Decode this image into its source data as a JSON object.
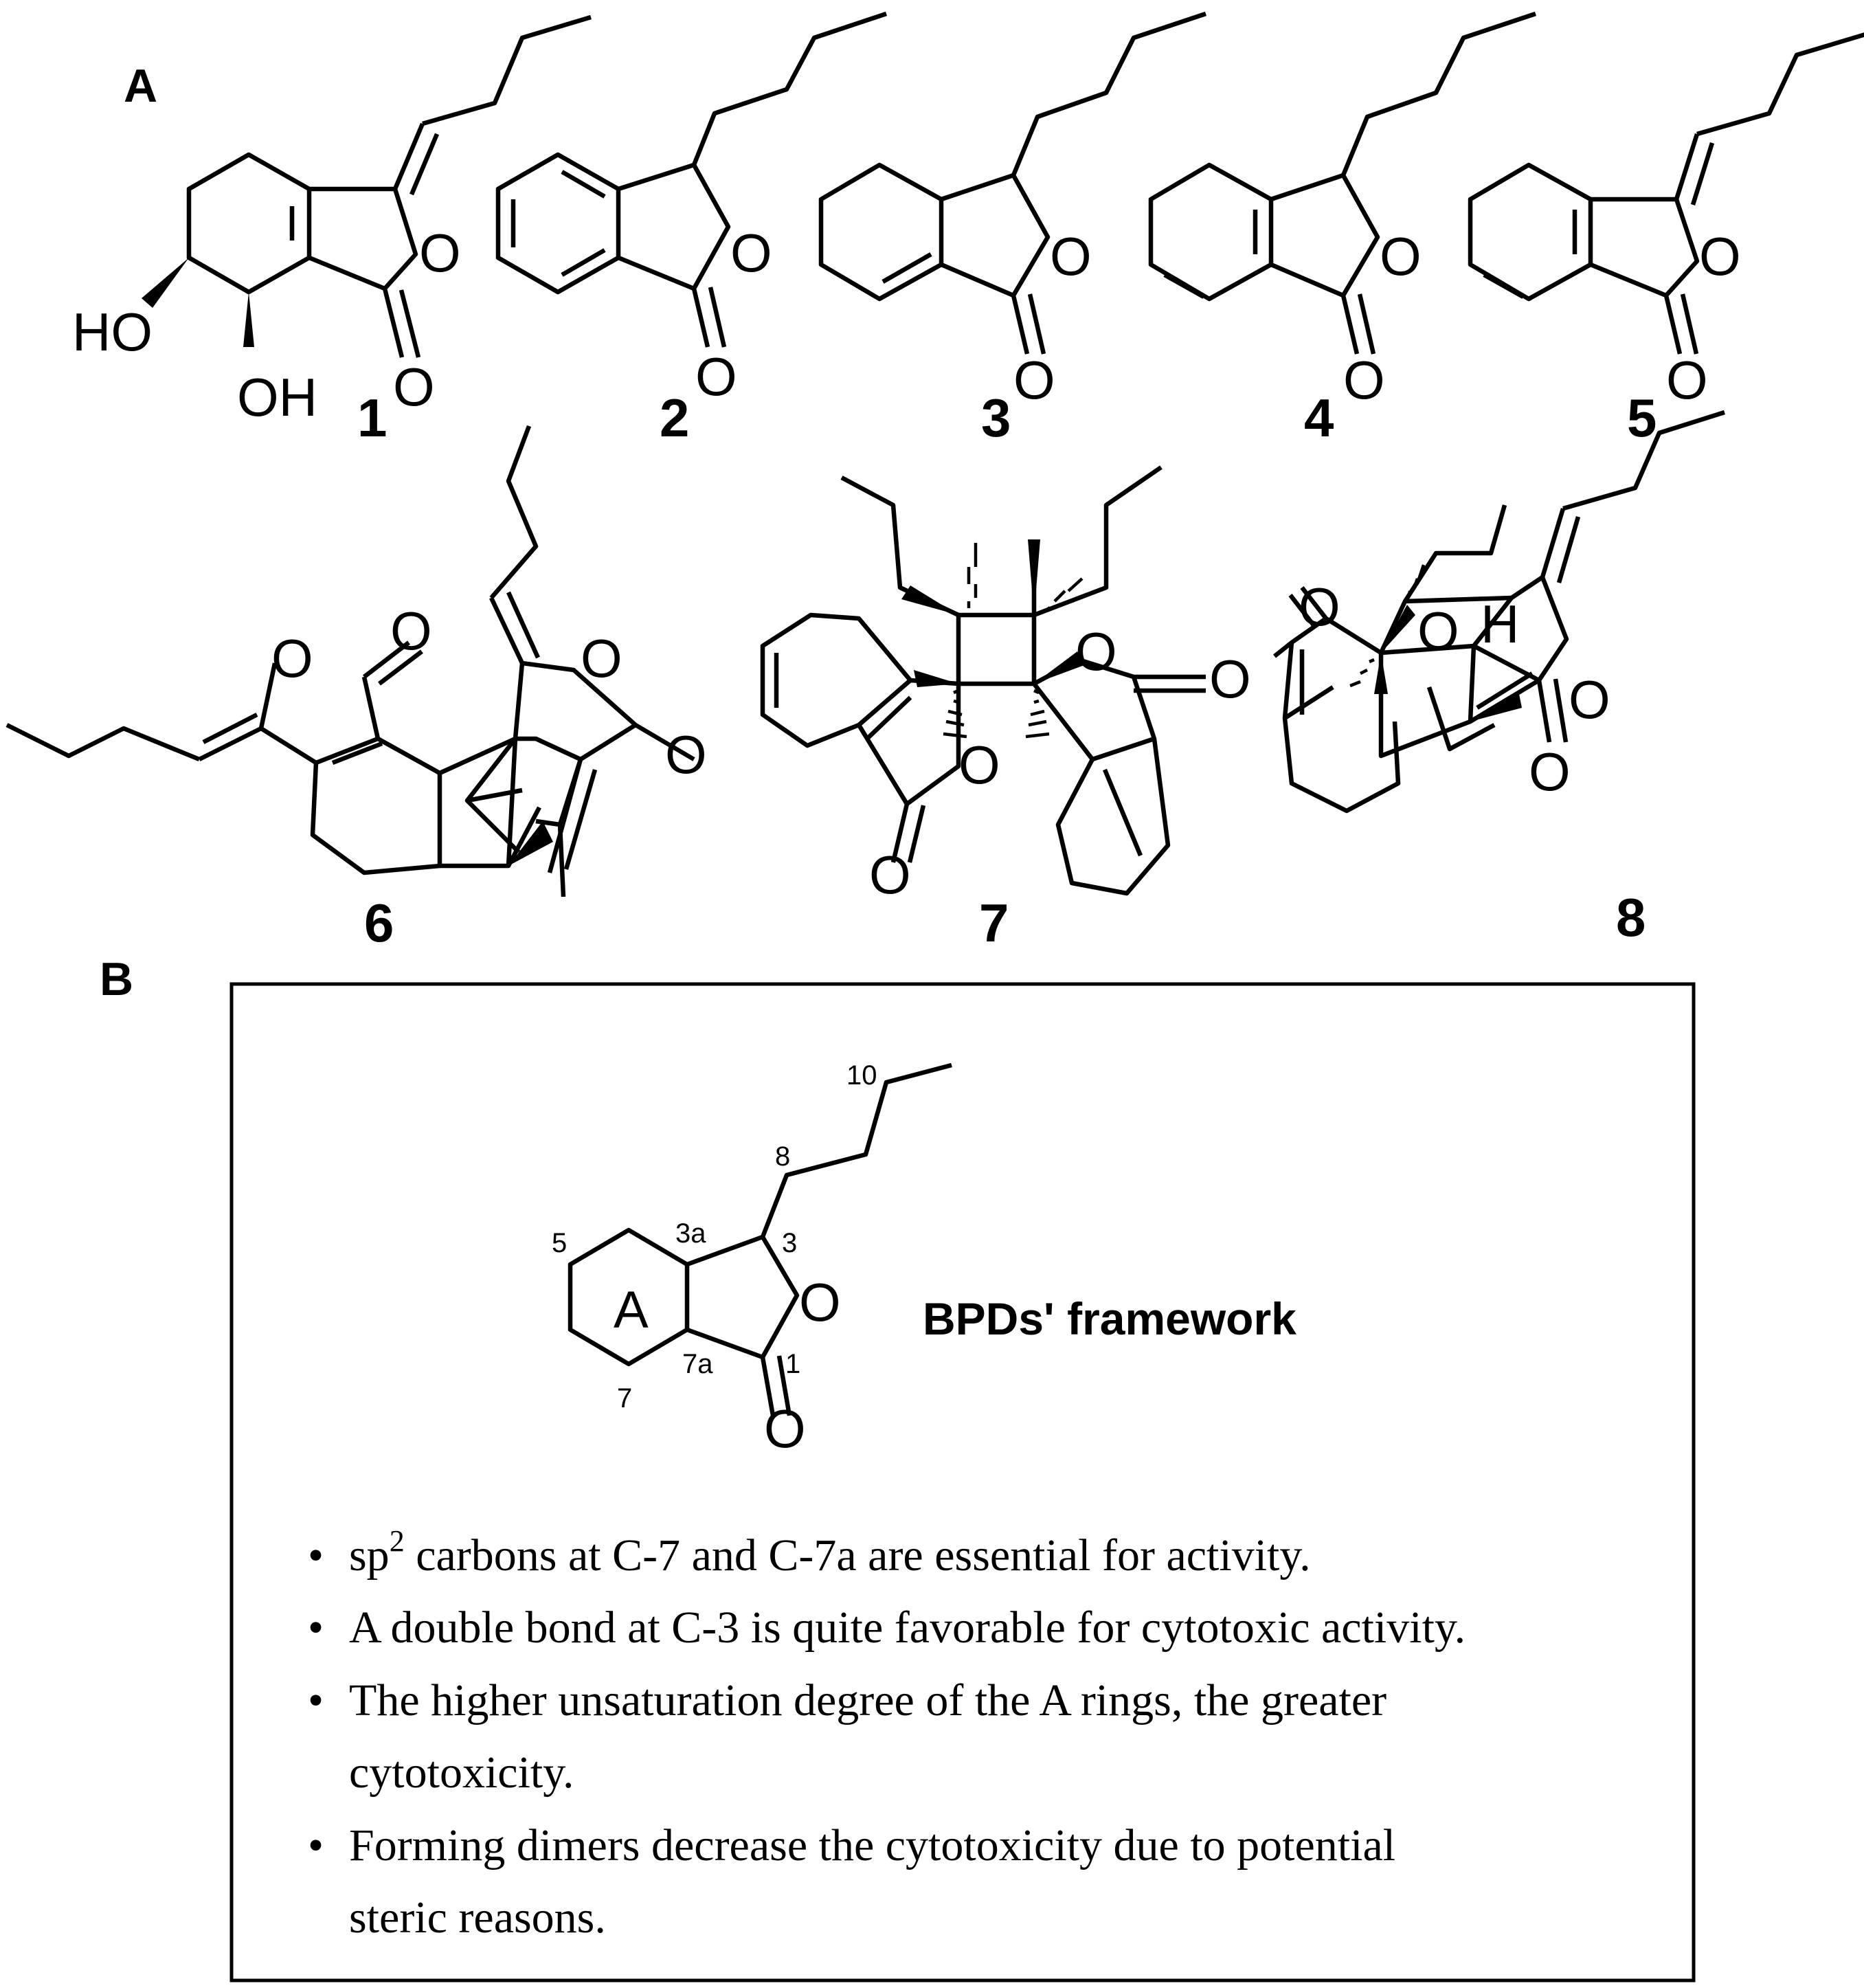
{
  "panels": {
    "a": "A",
    "b": "B"
  },
  "atoms": {
    "ho": "HO",
    "oh": "OH",
    "o": "O",
    "h": "H"
  },
  "compounds": [
    "1",
    "2",
    "3",
    "4",
    "5",
    "6",
    "7",
    "8"
  ],
  "framework": {
    "title": "BPDs' framework",
    "ring_label": "A",
    "locants": {
      "c10": "10",
      "c8": "8",
      "c5": "5",
      "c3a": "3a",
      "c3": "3",
      "c7a": "7a",
      "c1": "1",
      "c7": "7"
    }
  },
  "notes": {
    "bullet": "•",
    "n1_sp": "sp",
    "n1_sup": "2",
    "n1_rest": " carbons at C-7 and C-7a are essential for activity.",
    "n2": "A double bond at C-3 is quite favorable for cytotoxic activity.",
    "n3_line1": "The higher unsaturation degree of the A rings, the greater",
    "n3_line2": "cytotoxicity.",
    "n4_line1": "Forming dimers decrease the cytotoxicity due to potential",
    "n4_line2": "steric reasons."
  }
}
